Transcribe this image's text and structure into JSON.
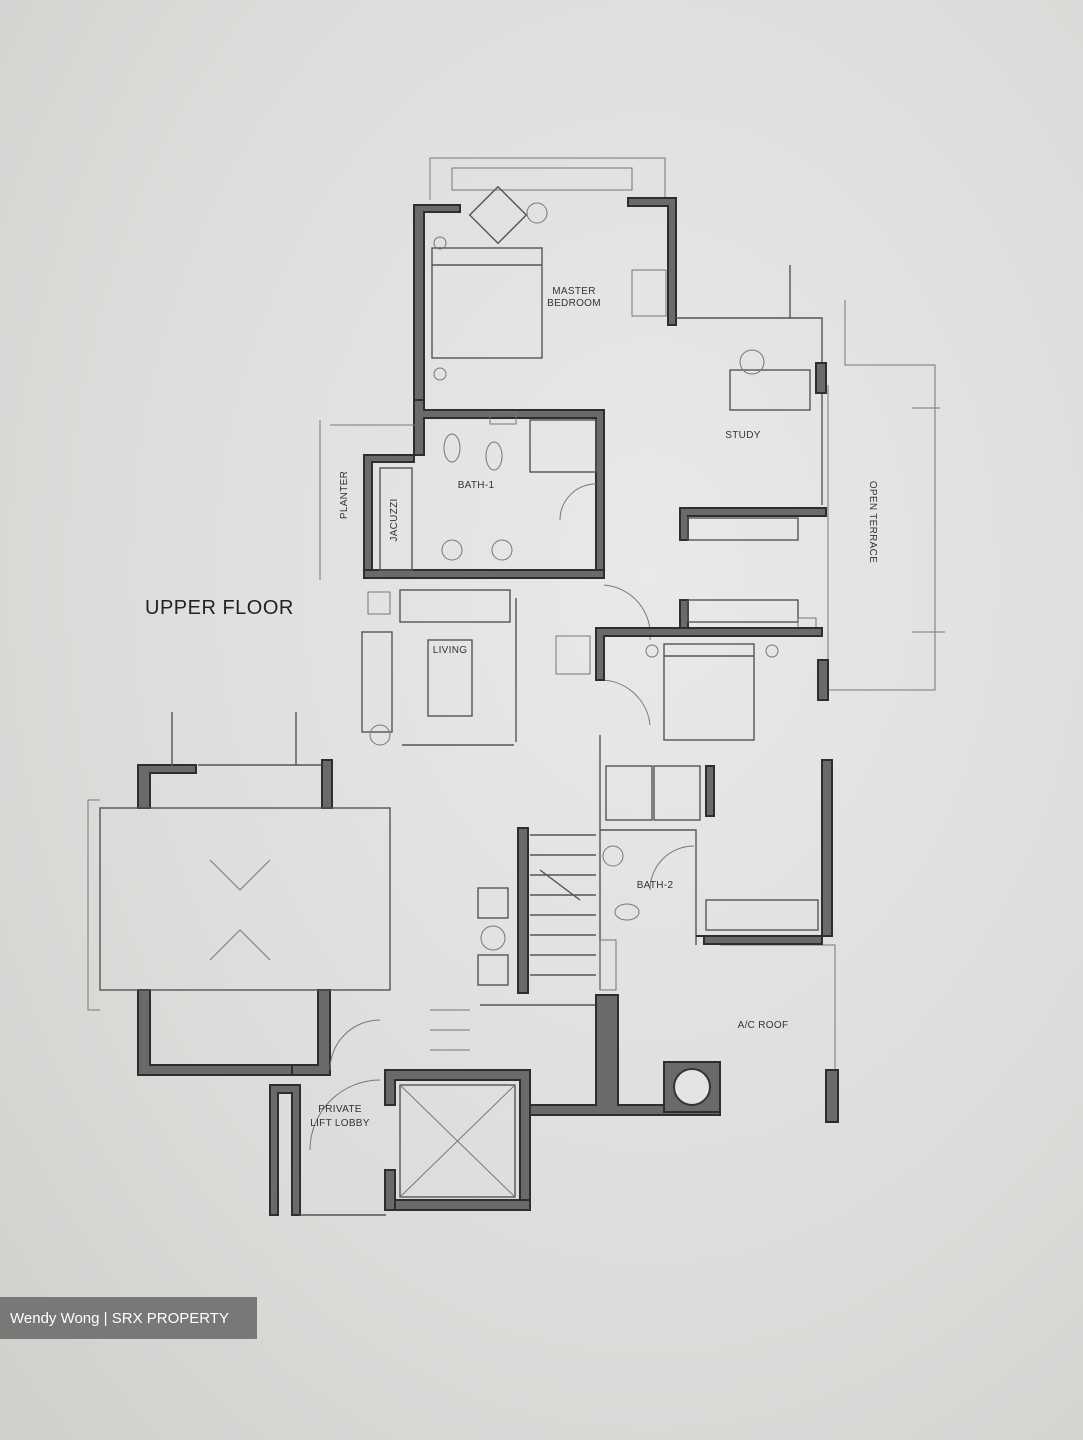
{
  "plan": {
    "title": "UPPER FLOOR",
    "rooms": {
      "master_bedroom_line1": "MASTER",
      "master_bedroom_line2": "BEDROOM",
      "study": "STUDY",
      "bath1": "BATH-1",
      "jacuzzi": "JACUZZI",
      "planter": "PLANTER",
      "living": "LIVING",
      "open_terrace": "OPEN TERRACE",
      "bath2": "BATH-2",
      "ac_roof": "A/C ROOF",
      "lift_lobby_line1": "PRIVATE",
      "lift_lobby_line2": "LIFT LOBBY"
    }
  },
  "watermark": {
    "text": "Wendy Wong | SRX PROPERTY"
  }
}
